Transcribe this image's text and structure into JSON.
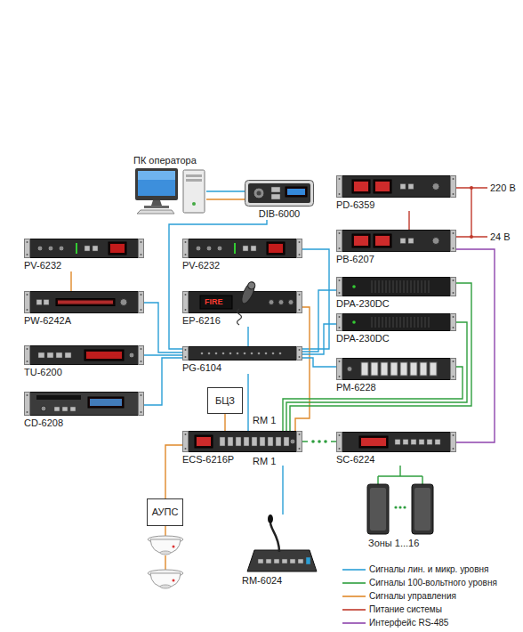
{
  "diagram": {
    "nodes": [
      {
        "text": [
          "ПК оператора"
        ]
      },
      {
        "text": [
          "DIB-6000"
        ]
      },
      {
        "text": [
          "PD-6359"
        ]
      },
      {
        "text": [
          "PV-6232"
        ]
      },
      {
        "text": [
          "PV-6232"
        ]
      },
      {
        "text": [
          "PB-6207"
        ]
      },
      {
        "text": [
          "PW-6242A"
        ]
      },
      {
        "text": [
          "EP-6216"
        ]
      },
      {
        "text": [
          "DPA-230DC"
        ]
      },
      {
        "text": [
          "DPA-230DC"
        ]
      },
      {
        "text": [
          "TU-6200"
        ]
      },
      {
        "text": [
          "PG-6104"
        ]
      },
      {
        "text": [
          "PM-6228"
        ]
      },
      {
        "text": [
          "CD-6208"
        ]
      },
      {
        "text": [
          "БЦЗ"
        ]
      },
      {
        "text": [
          "ECS-6216P"
        ]
      },
      {
        "text": [
          "SC-6224"
        ]
      },
      {
        "text": [
          "АУПС"
        ]
      },
      {
        "text": [
          "Зоны 1...16"
        ]
      },
      {
        "text": [
          "RM-6024"
        ]
      }
    ],
    "edges": [
      {
        "from": 0,
        "to": 1,
        "arrow": "none"
      },
      {
        "from": 0,
        "to": 1,
        "arrow": "none"
      },
      {
        "from": 1,
        "to": 11,
        "arrow": "none"
      },
      {
        "from": 2,
        "to": 5,
        "arrow": "none"
      },
      {
        "from": 3,
        "to": 6,
        "arrow": "none"
      },
      {
        "from": 4,
        "to": 11,
        "arrow": "none"
      },
      {
        "from": 6,
        "to": 11,
        "arrow": "none"
      },
      {
        "from": 7,
        "to": 11,
        "arrow": "none"
      },
      {
        "from": 7,
        "to": 15,
        "arrow": "none"
      },
      {
        "from": 10,
        "to": 11,
        "arrow": "none"
      },
      {
        "from": 13,
        "to": 11,
        "arrow": "none"
      },
      {
        "from": 11,
        "to": 8,
        "arrow": "none"
      },
      {
        "from": 11,
        "to": 9,
        "arrow": "none"
      },
      {
        "from": 11,
        "to": 12,
        "arrow": "none"
      },
      {
        "from": 11,
        "to": 15,
        "arrow": "none"
      },
      {
        "from": 14,
        "to": 15,
        "arrow": "none"
      },
      {
        "from": 8,
        "to": 15,
        "arrow": "none"
      },
      {
        "from": 9,
        "to": 15,
        "arrow": "none"
      },
      {
        "from": 12,
        "to": 15,
        "arrow": "none"
      },
      {
        "from": 15,
        "to": 16,
        "arrow": "none"
      },
      {
        "from": 5,
        "to": 16,
        "arrow": "none"
      },
      {
        "from": 15,
        "to": 17,
        "arrow": "none"
      },
      {
        "from": 16,
        "to": 18,
        "arrow": "none"
      },
      {
        "from": 15,
        "to": 19,
        "arrow": "none"
      }
    ],
    "labels": [
      "220 В",
      "24 В",
      "RM 1",
      "RM 1",
      "FIRE"
    ],
    "legend": [
      {
        "text": "Сигналы лин. и микр. уровня"
      },
      {
        "text": "Сигналы 100-вольтного уровня"
      },
      {
        "text": "Сигналы управления"
      },
      {
        "text": "Питание системы"
      },
      {
        "text": "Интерфейс RS-485"
      }
    ]
  }
}
